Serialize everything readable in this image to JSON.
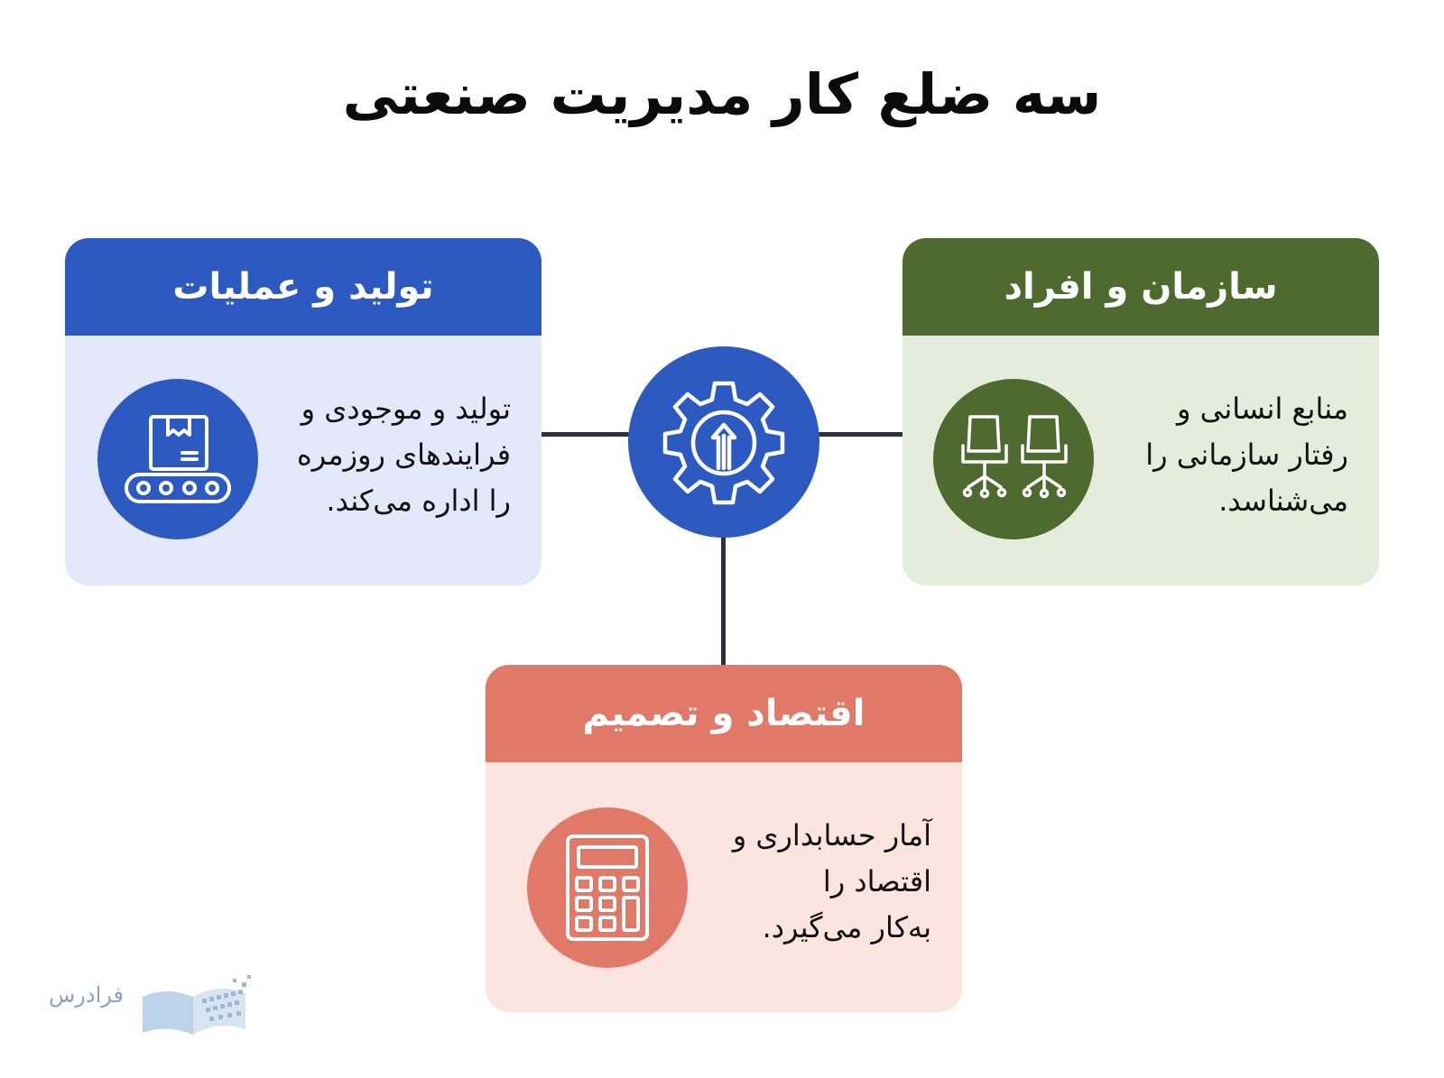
{
  "title": "سه ضلع کار مدیریت صنعتی",
  "cards": {
    "production": {
      "header": "تولید و عملیات",
      "text": "تولید و موجودی و\nفرایندهای روزمره\nرا اداره می‌کند.",
      "icon": "conveyor-belt-box-icon",
      "header_color": "#2d5ac0",
      "body_color": "#e3e9fa"
    },
    "organization": {
      "header": "سازمان و افراد",
      "text": "منابع انسانی و\nرفتار سازمانی را\nمی‌شناسد.",
      "icon": "office-chairs-icon",
      "header_color": "#4f6a2e",
      "body_color": "#e6ecdc"
    },
    "economics": {
      "header": "اقتصاد و تصمیم",
      "text": "آمار حسابداری و\nاقتصاد را\nبه‌کار می‌گیرد.",
      "icon": "calculator-icon",
      "header_color": "#e07968",
      "body_color": "#fce4e1"
    }
  },
  "hub": {
    "icon": "gear-arrow-up-icon",
    "color": "#2d5ac0"
  },
  "logo": {
    "text": "فرادرس"
  }
}
